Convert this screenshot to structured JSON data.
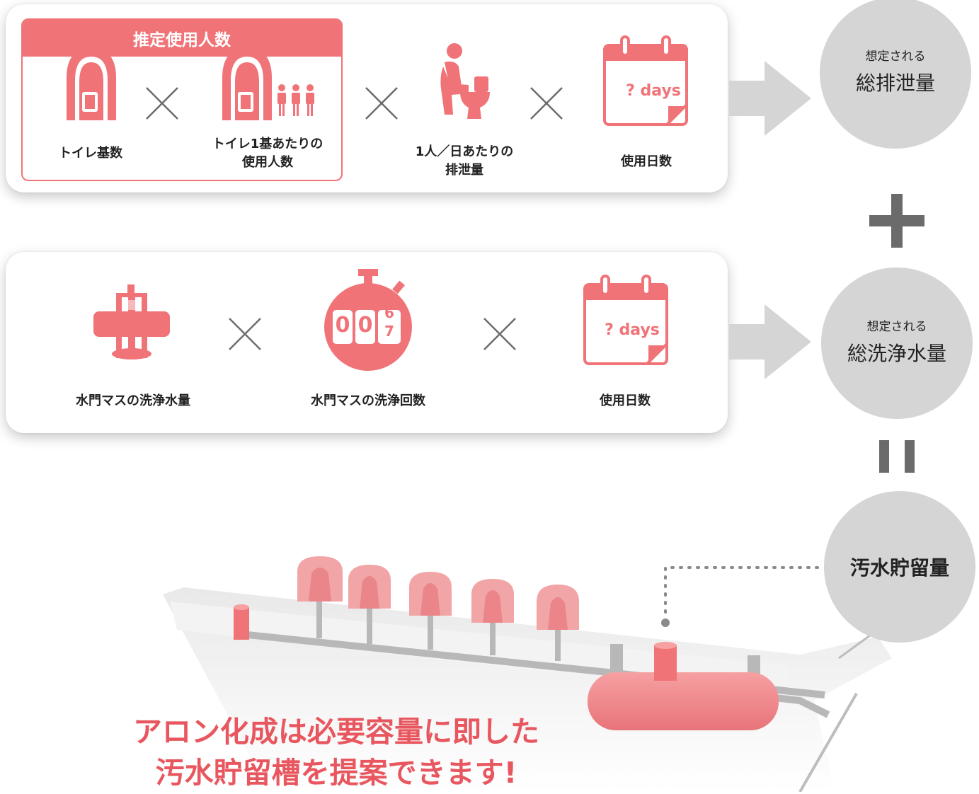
{
  "formula1": {
    "group_title": "推定使用人数",
    "toilet_count_label": "トイレ基数",
    "users_per_toilet_label_line1": "トイレ1基あたりの",
    "users_per_toilet_label_line2": "使用人数",
    "excretion_label_line1": "1人／日あたりの",
    "excretion_label_line2": "排泄量",
    "days_label": "使用日数",
    "calendar_text": "? days"
  },
  "formula2": {
    "flush_water_label": "水門マスの洗浄水量",
    "flush_count_label": "水門マスの洗浄回数",
    "days_label": "使用日数",
    "counter_digits": [
      "0",
      "0",
      "6",
      "7"
    ],
    "calendar_text": "? days"
  },
  "results": {
    "total_excretion_small": "想定される",
    "total_excretion_big": "総排泄量",
    "total_wash_small": "想定される",
    "total_wash_big": "総洗浄水量",
    "storage": "汚水貯留量"
  },
  "headline": {
    "line1": "アロン化成は必要容量に即した",
    "line2": "汚水貯留槽を提案できます!"
  },
  "colors": {
    "accent": "#f07378",
    "arrow": "#d5d5d5",
    "circle": "#d5d5d5",
    "operator": "#6b6b6b",
    "headline": "#e8575f"
  }
}
